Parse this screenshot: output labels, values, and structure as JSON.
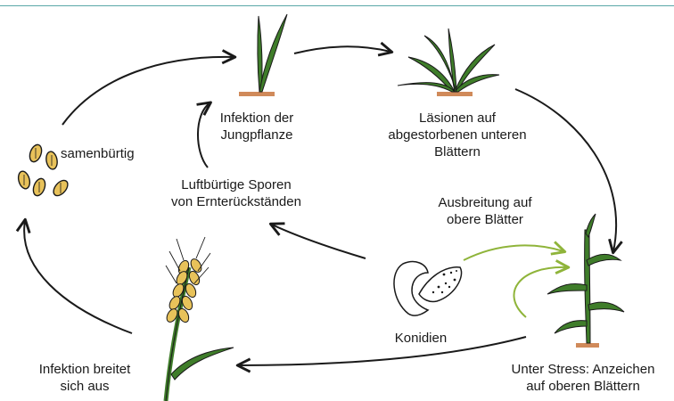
{
  "labels": {
    "seed": [
      "samenbürtig"
    ],
    "young_plant": [
      "Infektion der",
      "Jungpflanze"
    ],
    "lesions": [
      "Läsionen auf",
      "abgestorbenen unteren",
      "Blättern"
    ],
    "airborne": [
      "Luftbürtige Sporen",
      "von Ernterückständen"
    ],
    "spread_upper": [
      "Ausbreitung auf",
      "obere Blätter"
    ],
    "conidia": [
      "Konidien"
    ],
    "infection_spreads": [
      "Infektion breitet",
      "sich aus"
    ],
    "stress": [
      "Unter Stress: Anzeichen",
      "auf oberen Blättern"
    ]
  },
  "colors": {
    "arrow": "#1a1a1a",
    "green_arrow": "#8fb43a",
    "leaf": "#3f7d2a",
    "leaf_dark": "#2a5c1c",
    "soil": "#d08a5a",
    "grain": "#e8c25a",
    "frame_line": "#5aa7a7"
  }
}
